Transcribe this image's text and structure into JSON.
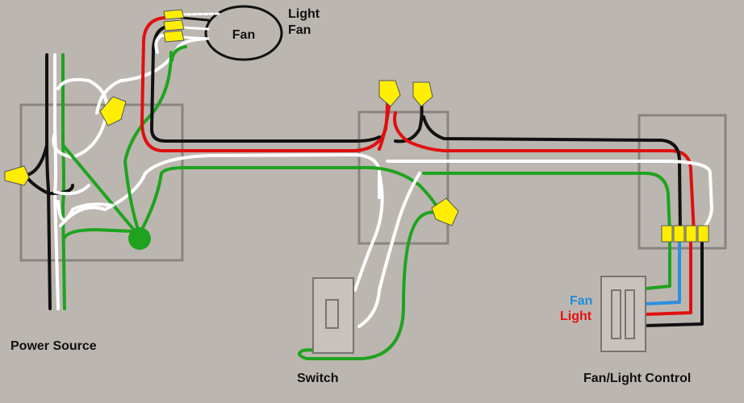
{
  "labels": {
    "power_source": "Power Source",
    "switch": "Switch",
    "control": "Fan/Light Control",
    "fan_unit": "Fan",
    "light_fan_line1": "Light",
    "light_fan_line2": "Fan",
    "control_fan": "Fan",
    "control_light": "Light"
  },
  "colors": {
    "background": "#bcb6b0",
    "box_border": "#8a8480",
    "hot_black": "#111111",
    "hot_red": "#e01010",
    "neutral_white": "#ffffff",
    "ground_green": "#1fa31f",
    "fan_blue": "#2b8fe0",
    "wire_nut_yellow": "#ffee00",
    "label_fan_blue": "#1e8fd8",
    "label_light_red": "#e81010"
  }
}
